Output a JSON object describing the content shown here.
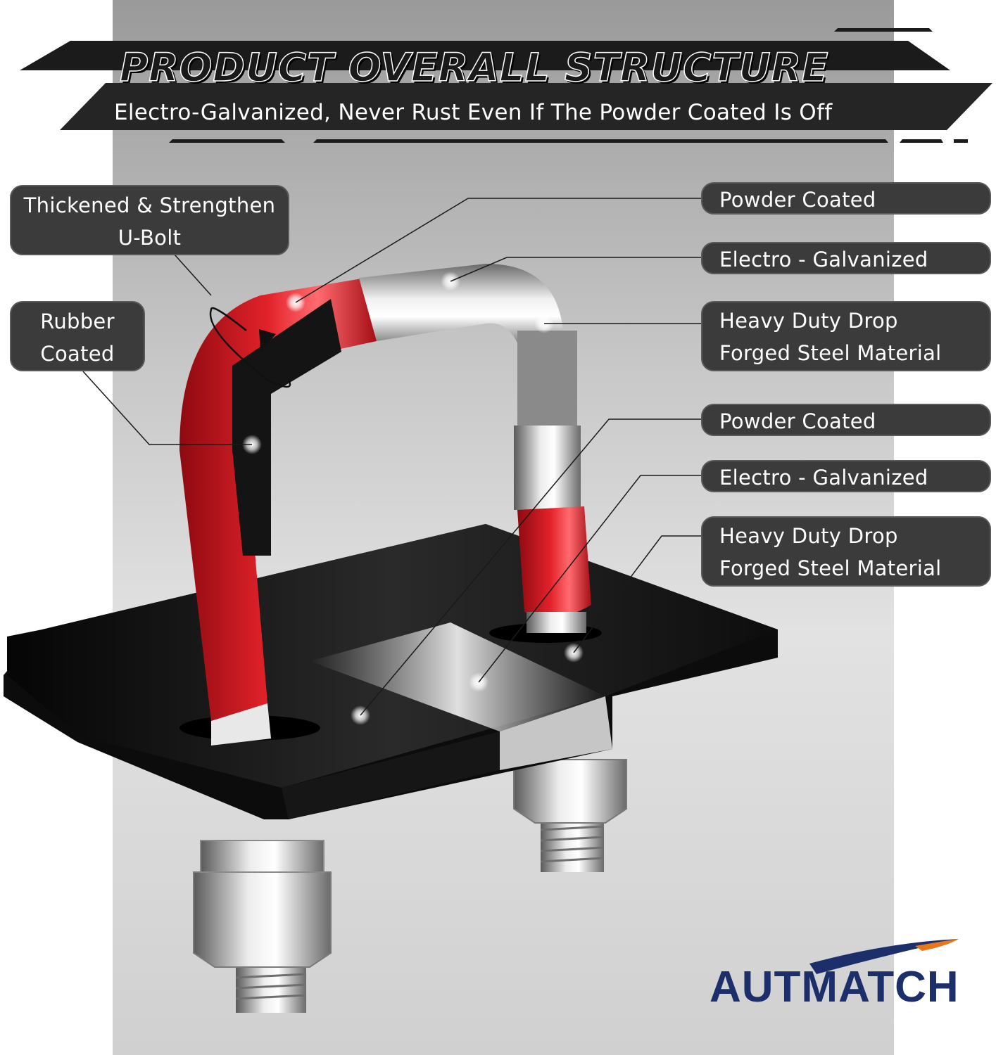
{
  "header": {
    "title": "PRODUCT OVERALL STRUCTURE",
    "subtitle": "Electro-Galvanized, Never Rust Even If The Powder Coated Is Off"
  },
  "left_labels": [
    {
      "lines": [
        "Thickened & Strengthen",
        "U-Bolt"
      ]
    },
    {
      "lines": [
        "Rubber",
        "Coated"
      ]
    }
  ],
  "right_labels": [
    {
      "lines": [
        "Powder Coated"
      ]
    },
    {
      "lines": [
        "Electro - Galvanized"
      ]
    },
    {
      "lines": [
        "Heavy Duty Drop",
        "Forged Steel Material"
      ]
    },
    {
      "lines": [
        "Powder Coated"
      ]
    },
    {
      "lines": [
        "Electro - Galvanized"
      ]
    },
    {
      "lines": [
        "Heavy Duty Drop",
        "Forged Steel Material"
      ]
    }
  ],
  "brand": {
    "logo_text": "AUTMATCH"
  },
  "colors": {
    "label_bg": "#3b3b3b",
    "rubber_red": "#d4141c",
    "plate_black": "#111111",
    "brand_navy": "#1c2f6b",
    "brand_orange": "#e8771a"
  }
}
